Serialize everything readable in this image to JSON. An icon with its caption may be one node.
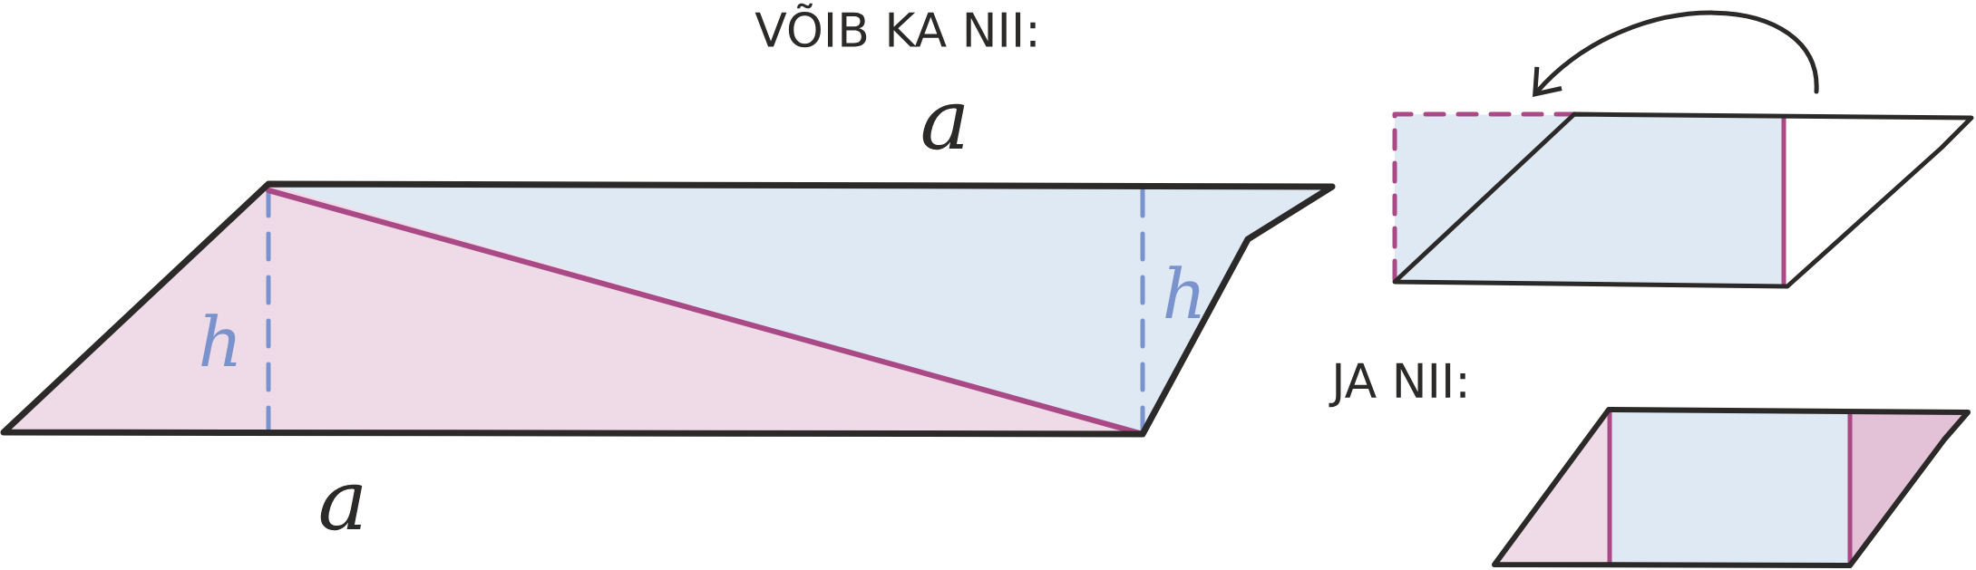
{
  "diagram": {
    "labels": [
      "a",
      "h",
      "h",
      "a",
      "VÕIB KA NII:",
      "JA NII:"
    ]
  }
}
